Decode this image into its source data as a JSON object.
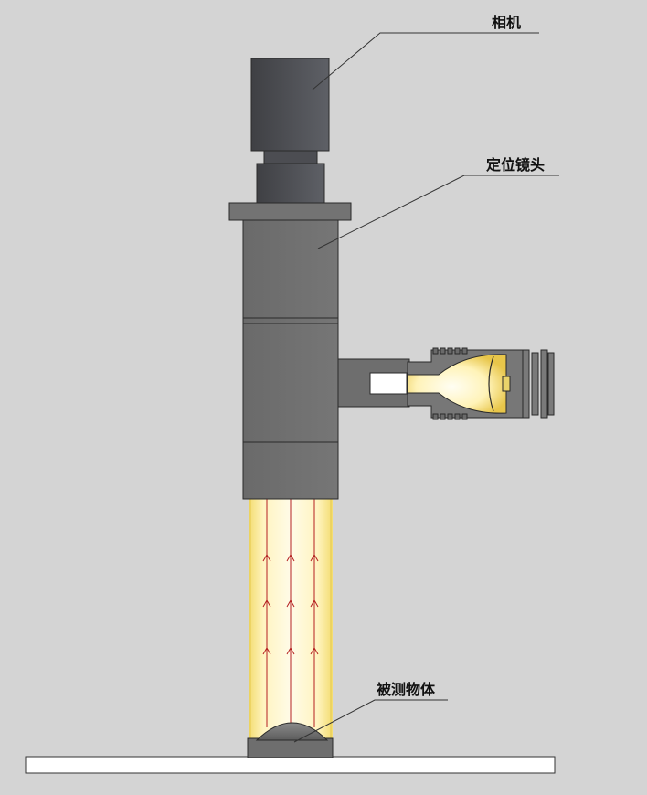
{
  "labels": {
    "camera": "相机",
    "positioning_lens": "定位镜头",
    "measured_object": "被测物体"
  },
  "colors": {
    "background": "#d4d4d4",
    "body_gray": "#6e6e6e",
    "camera_dark": "#4a4b50",
    "outline": "#2a2a2a",
    "light_beam": "#fff6c8",
    "ray": "#b42020",
    "base_plate": "#ffffff"
  },
  "icons": [
    "arrow-up-icon"
  ]
}
